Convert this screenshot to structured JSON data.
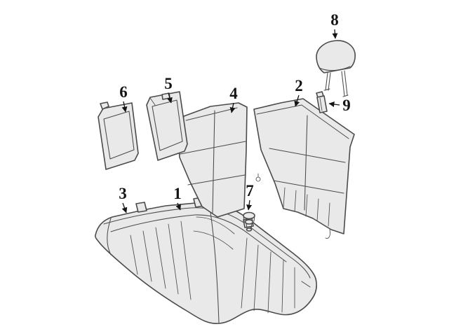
{
  "diagram": {
    "colors": {
      "bg": "#ffffff",
      "fill": "#e9e9e9",
      "line": "#4b4b4b",
      "callout": "#141414"
    },
    "callouts": [
      {
        "label": "1",
        "part": "seat-cushion-assembly"
      },
      {
        "label": "2",
        "part": "seat-back-right"
      },
      {
        "label": "3",
        "part": "seat-cushion-cover"
      },
      {
        "label": "4",
        "part": "seat-back-left"
      },
      {
        "label": "5",
        "part": "pass-through-panel"
      },
      {
        "label": "6",
        "part": "side-trim-panel"
      },
      {
        "label": "7",
        "part": "fastener-bolt"
      },
      {
        "label": "8",
        "part": "headrest"
      },
      {
        "label": "9",
        "part": "headrest-guide"
      }
    ]
  }
}
